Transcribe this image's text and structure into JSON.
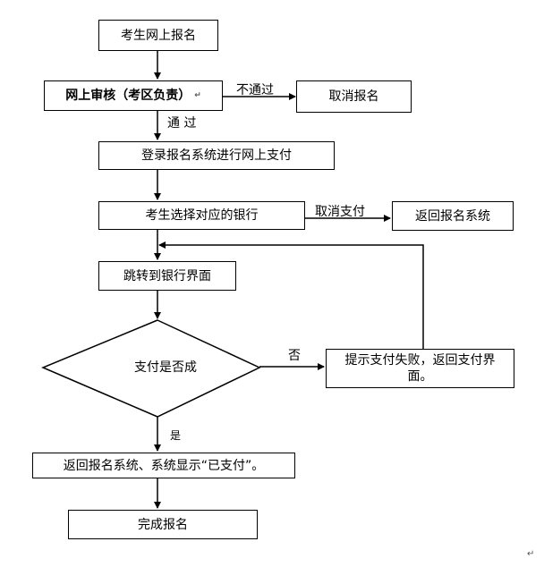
{
  "nodes": {
    "register": "考生网上报名",
    "review": "网上审核（考区负责）",
    "review_mark": "↵",
    "cancel_registration": "取消报名",
    "login_pay": "登录报名系统进行网上支付",
    "select_bank": "考生选择对应的银行",
    "return_system": "返回报名系统",
    "jump_bank": "跳转到银行界面",
    "decision": "支付是否成",
    "fail_notice": "提示支付失败，返回支付界面。",
    "success_display": "返回报名系统、系统显示“已支付”。",
    "complete": "完成报名"
  },
  "edge_labels": {
    "not_pass": "不通过",
    "pass": "通 过",
    "cancel_payment": "取消支付",
    "no": "否",
    "yes": "是"
  },
  "page_end_mark": "↵"
}
